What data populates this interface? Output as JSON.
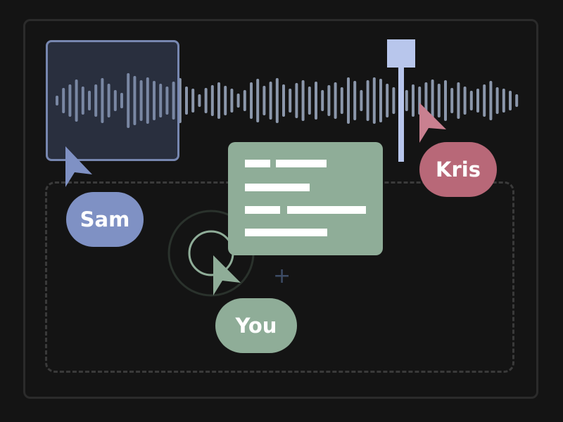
{
  "editor": {
    "collaborators": [
      {
        "id": "sam",
        "label": "Sam",
        "color": "#7f91c4"
      },
      {
        "id": "you",
        "label": "You",
        "color": "#8fad98"
      },
      {
        "id": "kris",
        "label": "Kris",
        "color": "#b86878"
      }
    ],
    "plus_glyph": "+"
  },
  "icons": {
    "cursor": "arrow-pointer-icon",
    "plus": "plus-icon",
    "playhead": "playhead-icon",
    "target": "drop-target-icon"
  },
  "colors": {
    "background": "#141414",
    "waveform": "#8b97ab",
    "selection_border": "#7787b0",
    "playhead": "#b8c6ec",
    "sam": "#7f91c4",
    "you": "#8fad98",
    "kris": "#b86878"
  }
}
